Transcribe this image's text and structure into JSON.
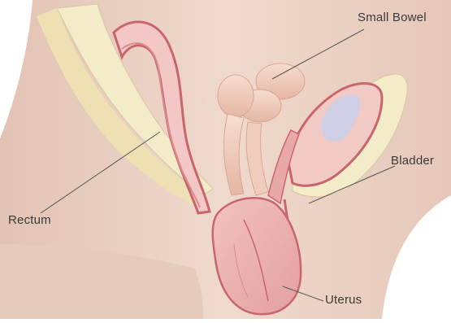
{
  "labels": {
    "small_bowel": "Small Bowel",
    "bladder": "Bladder",
    "rectum": "Rectum",
    "uterus": "Uterus"
  },
  "colors": {
    "skin": "#ead2c4",
    "skin_shadow": "#dcbcae",
    "fat": "#f4eccb",
    "tissue_wall": "#c9666c",
    "tissue_pink": "#e8a8aa",
    "tissue_light": "#f2c7c5",
    "bowel": "#eec5b3",
    "bladder_inner": "#cfd0e6",
    "leader_line": "#555555"
  }
}
